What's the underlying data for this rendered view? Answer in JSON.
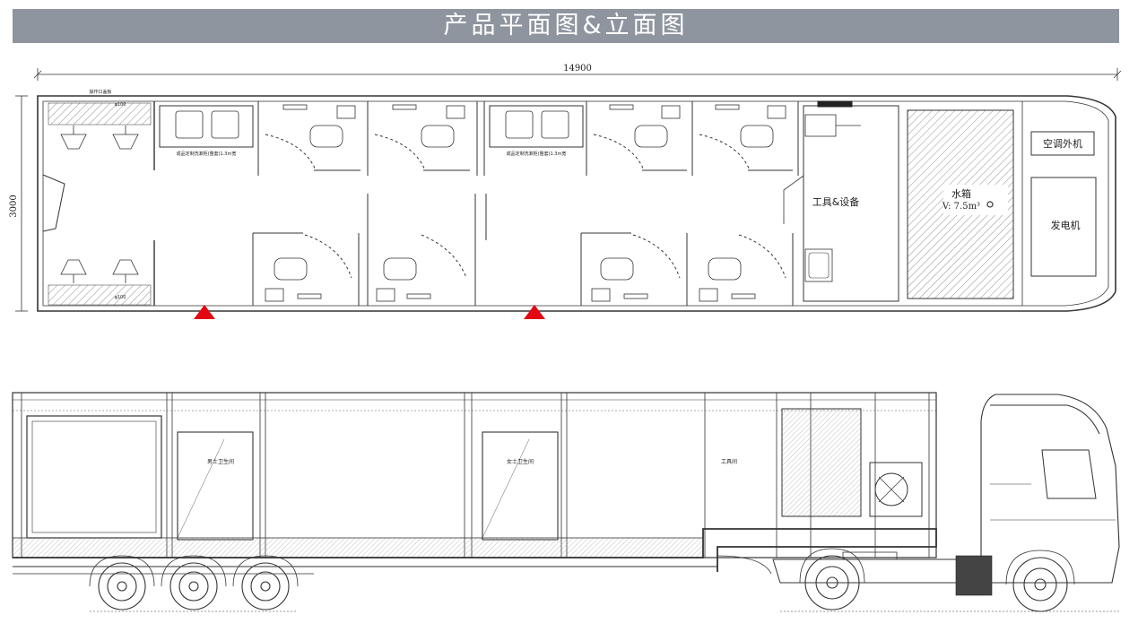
{
  "header": {
    "title": "产品平面图&立面图"
  },
  "plan": {
    "overall_length": "14900",
    "overall_width": "3000",
    "basin_label_1": "成品定制洗漱柜(整套)1.3m宽",
    "basin_label_2": "成品定制洗漱柜(整套)1.3m宽",
    "small_top_label": "操作口盖板",
    "small_dim_top": "φ100",
    "small_dim_bottom": "φ100",
    "tool_room": "工具&设备",
    "water_tank": "水箱",
    "water_volume": "V: 7.5m³",
    "ac_unit": "空调外机",
    "generator": "发电机"
  },
  "elevation": {
    "mens_room": "男士卫生间",
    "womens_room": "女士卫生间",
    "tool_room": "工具间"
  },
  "colors": {
    "title_bg": "#8e959f",
    "marker": "#e30613",
    "line": "#333333"
  }
}
